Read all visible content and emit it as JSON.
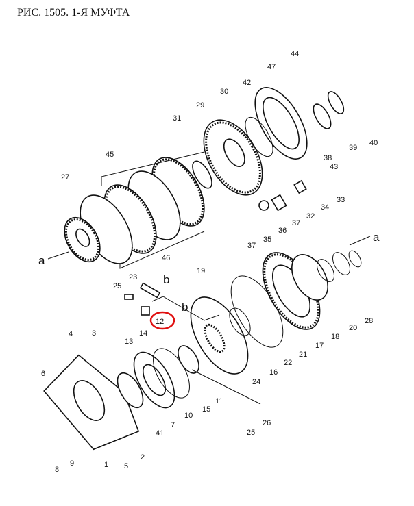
{
  "title": "РИС. 1505. 1-Я МУФТА",
  "highlight_color": "#e01010",
  "highlighted_part": "12",
  "callouts": [
    "44",
    "47",
    "42",
    "30",
    "29",
    "31",
    "45",
    "27",
    "38",
    "39",
    "40",
    "43",
    "33",
    "34",
    "32",
    "37",
    "36",
    "35",
    "37",
    "46",
    "a",
    "a",
    "19",
    "25",
    "23",
    "b",
    "b",
    "12",
    "13",
    "14",
    "4",
    "3",
    "6",
    "1",
    "2",
    "5",
    "8",
    "9",
    "41",
    "7",
    "10",
    "15",
    "11",
    "24",
    "16",
    "22",
    "21",
    "17",
    "18",
    "20",
    "28",
    "26",
    "25"
  ]
}
